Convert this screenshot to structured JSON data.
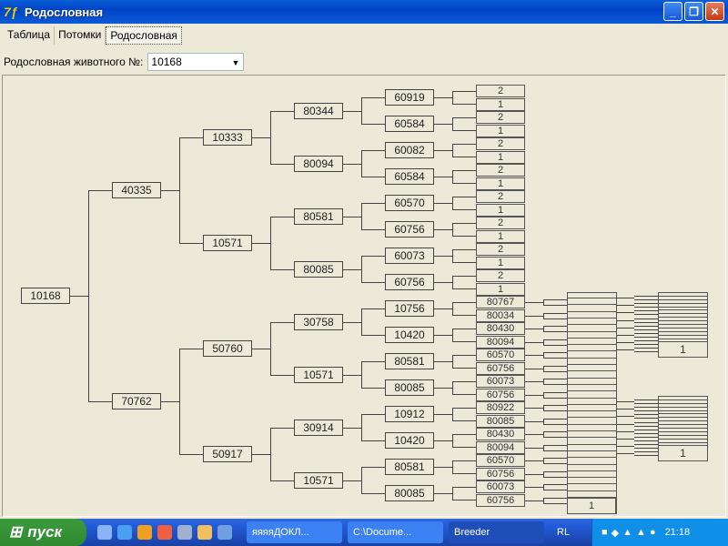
{
  "window": {
    "title": "Родословная",
    "buttons": [
      "minimize",
      "restore",
      "close"
    ]
  },
  "tabs": [
    {
      "label": "Таблица"
    },
    {
      "label": "Потомки"
    },
    {
      "label": "Родословная",
      "active": true
    }
  ],
  "selector": {
    "label": "Родословная животного №:",
    "value": "10168"
  },
  "tree": {
    "root": "10168",
    "gen1": [
      "40335",
      "70762"
    ],
    "gen2": [
      "10333",
      "10571",
      "50760",
      "50917"
    ],
    "gen3": [
      "80344",
      "80094",
      "80581",
      "80085",
      "30758",
      "10571",
      "30914",
      "10571"
    ],
    "gen4": [
      "60919",
      "60584",
      "60082",
      "60584",
      "60570",
      "60756",
      "60073",
      "60756",
      "10756",
      "10420",
      "80581",
      "80085",
      "10912",
      "10420",
      "80581",
      "80085"
    ],
    "gen5_top": [
      "2",
      "1",
      "2",
      "1",
      "2",
      "1",
      "2",
      "1",
      "2",
      "1",
      "2",
      "1",
      "2",
      "1",
      "2",
      "1"
    ],
    "gen5_bottom": [
      "80767",
      "80034",
      "80430",
      "80094",
      "60570",
      "60756",
      "60073",
      "60756",
      "80922",
      "80085",
      "80430",
      "80094",
      "60570",
      "60756",
      "60073",
      "60756"
    ],
    "gen6_group_labels": [
      "1",
      "1",
      "1"
    ]
  },
  "taskbar": {
    "start_label": "пуск",
    "tasks": [
      {
        "label": "яяяяДОКЛ..."
      },
      {
        "label": "C:\\Docume..."
      },
      {
        "label": "Breeder",
        "active": true
      }
    ],
    "lang": "RL",
    "clock": "21:18"
  }
}
